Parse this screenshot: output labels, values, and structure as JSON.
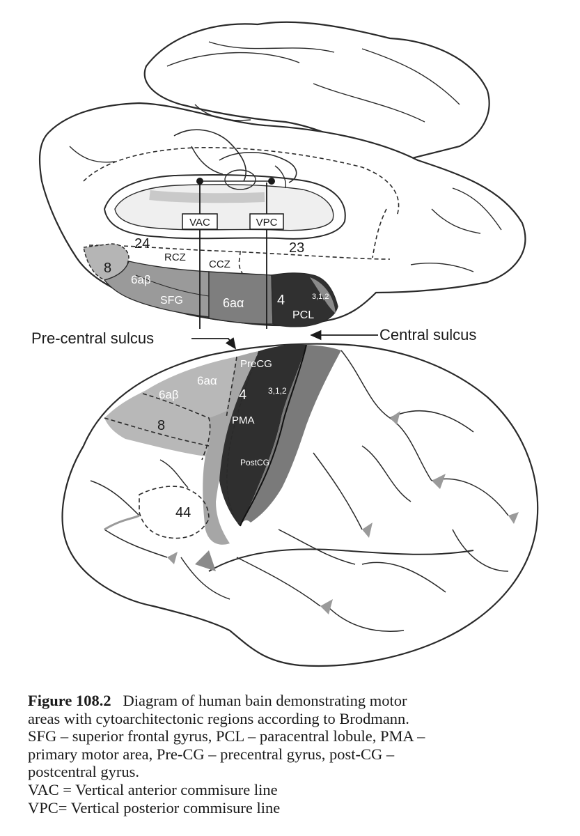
{
  "diagram": {
    "medial_labels": {
      "vac": "VAC",
      "vpc": "VPC",
      "area_24": "24",
      "area_23": "23",
      "rcz": "RCZ",
      "ccz": "CCZ",
      "area_8": "8",
      "area_6ab": "6aβ",
      "sfg": "SFG",
      "area_6aa": "6aα",
      "area_4": "4",
      "area_312": "3,1,2",
      "pcl": "PCL"
    },
    "pointer_labels": {
      "pre_central_sulcus": "Pre-central sulcus",
      "central_sulcus": "Central sulcus"
    },
    "lateral_labels": {
      "precg": "PreCG",
      "area_6aa": "6aα",
      "area_6ab": "6aβ",
      "area_4": "4",
      "area_312": "3,1,2",
      "area_8": "8",
      "pma": "PMA",
      "postcg": "PostCG",
      "area_44": "44"
    },
    "colors": {
      "outline": "#2a2a2a",
      "background": "#ffffff",
      "light_gray": "#b9b9b9",
      "mid_gray": "#8c8c8c",
      "dark_gray": "#7a7a7a",
      "motor_dark": "#2f2f2f",
      "sulcus_fill": "#9a9a9a"
    }
  },
  "caption": {
    "label": "Figure 108.2",
    "line1": "Diagram of human bain demonstrating motor",
    "line2": "areas with cytoarchitectonic regions according to Brodmann.",
    "line3": "SFG – superior frontal gyrus, PCL – paracentral lobule, PMA –",
    "line4": "primary motor area, Pre-CG – precentral gyrus, post-CG –",
    "line5": "postcentral gyrus.",
    "line6": "VAC = Vertical anterior commisure line",
    "line7": "VPC= Vertical posterior commisure line"
  }
}
